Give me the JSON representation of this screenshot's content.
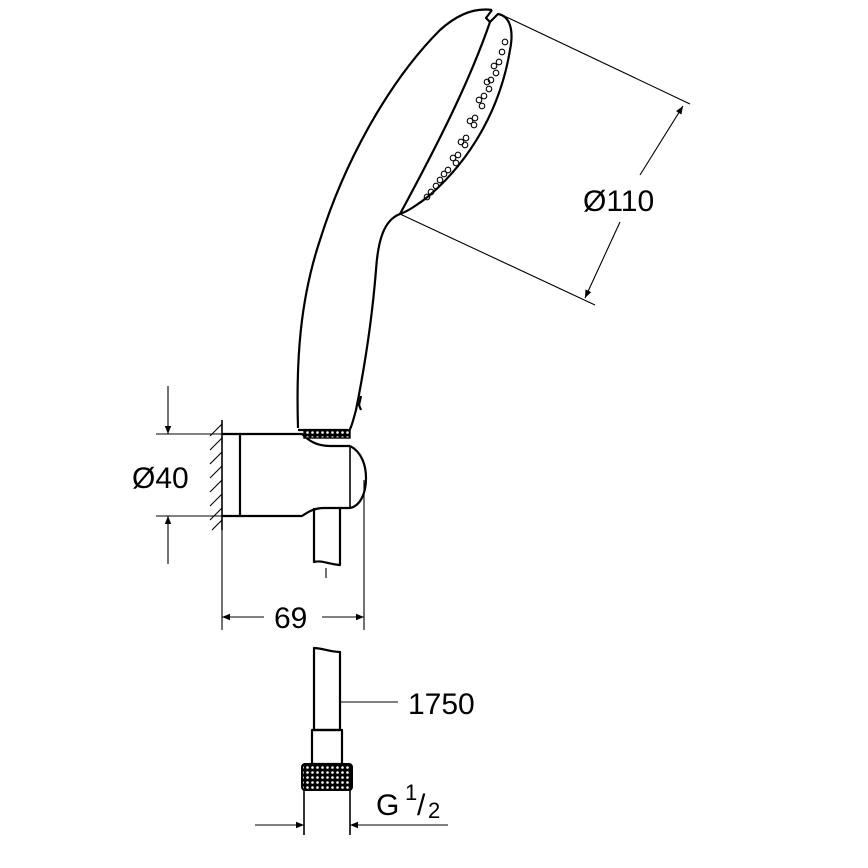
{
  "drawing": {
    "subject": "Hand shower with wall holder and hose",
    "line_color": "#000000",
    "background": "#ffffff"
  },
  "dimensions": {
    "head_diameter": {
      "symbol": "Ø",
      "value": "110"
    },
    "holder_diameter": {
      "symbol": "Ø",
      "value": "40"
    },
    "projection": {
      "value": "69"
    },
    "hose_length": {
      "value": "1750"
    },
    "thread": {
      "prefix": "G",
      "numerator": "1",
      "slash": "/",
      "denominator": "2"
    }
  }
}
